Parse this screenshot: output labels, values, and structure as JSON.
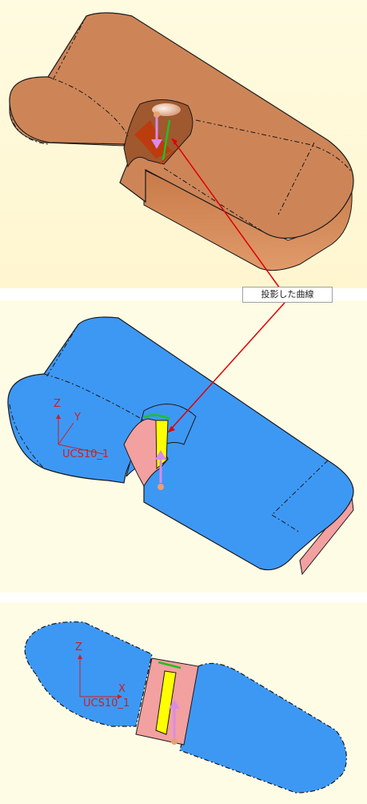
{
  "callout": {
    "label": "投影した曲線"
  },
  "panels": [
    {
      "id": "panel-1",
      "view": "shaded",
      "model_color": "#cd8558"
    },
    {
      "id": "panel-2",
      "view": "projected",
      "model_color": "#3d98f4",
      "ucs": {
        "z": "Z",
        "y": "Y",
        "name": "UCS10_1"
      }
    },
    {
      "id": "panel-3",
      "view": "top",
      "model_color": "#3d98f4",
      "ucs": {
        "z": "Z",
        "x": "X",
        "name": "UCS10_1"
      }
    }
  ],
  "colors": {
    "background": "#fffce6",
    "edge": "#1a1a1a",
    "leader": "#e00000",
    "arrow": "#d98be8",
    "handle": "#e8a070",
    "projected_curve": "#20c020",
    "face_highlight": "#ffff00",
    "cut_face": "#f2a0a0"
  }
}
